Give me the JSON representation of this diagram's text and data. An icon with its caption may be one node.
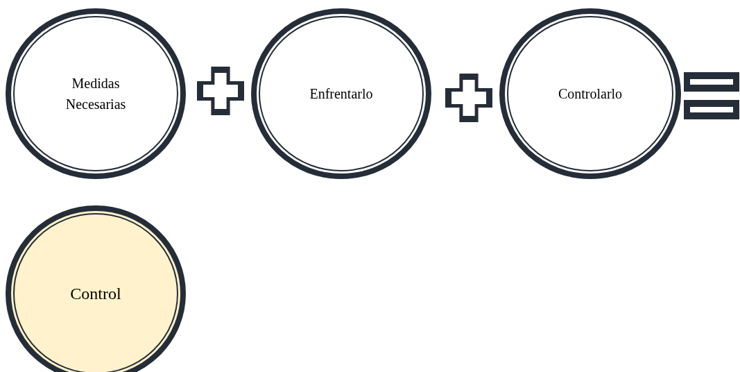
{
  "diagram": {
    "nodes": [
      {
        "text": [
          "Medidas Necesarias"
        ]
      },
      {
        "text": [
          "Enfrentarlo"
        ]
      },
      {
        "text": [
          "Controlarlo"
        ]
      },
      {
        "text": [
          "Control"
        ]
      }
    ]
  }
}
